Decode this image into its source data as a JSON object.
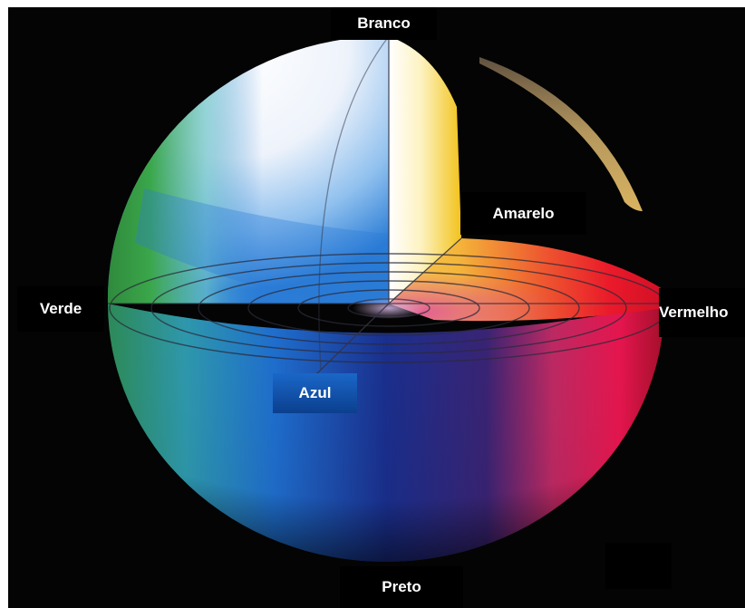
{
  "labels": {
    "top": "Branco",
    "yellow": "Amarelo",
    "left": "Verde",
    "right": "Vermelho",
    "blue": "Azul",
    "bottom": "Preto"
  },
  "colors": {
    "background": "#040404",
    "white": "#ffffff",
    "yellow": "#f2c21a",
    "red": "#e8122a",
    "magenta": "#d8326e",
    "green": "#3aa64a",
    "blue": "#1f6fd0",
    "dark_blue": "#17207a"
  }
}
